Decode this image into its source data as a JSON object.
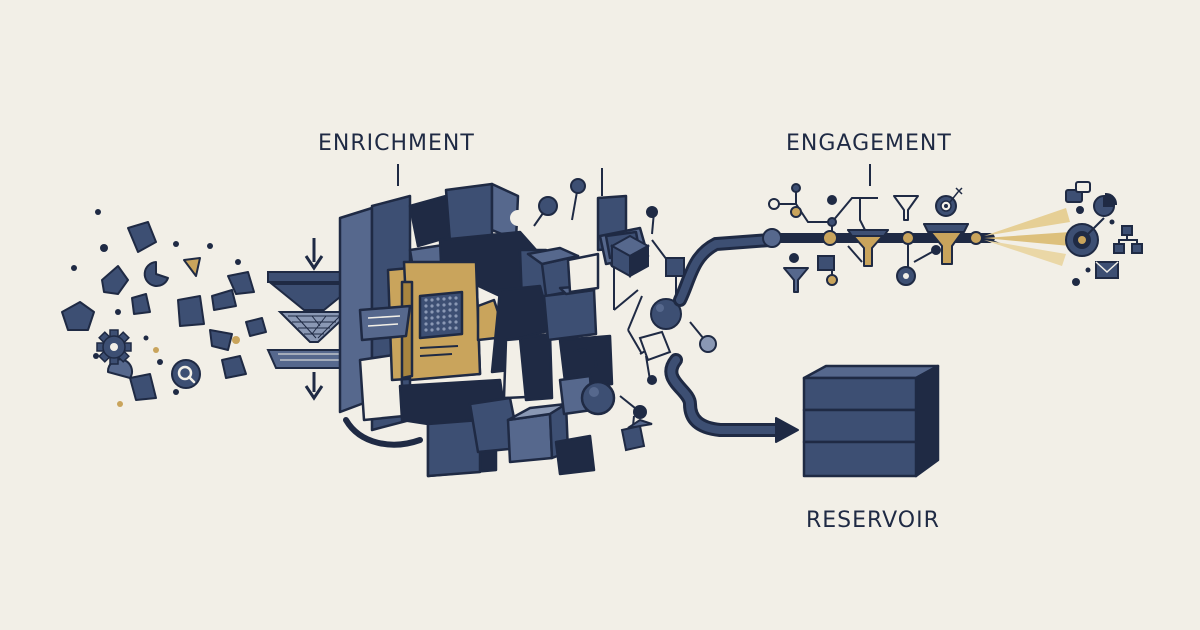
{
  "labels": {
    "enrichment": "ENRICHMENT",
    "engagement": "ENGAGEMENT",
    "reservoir": "RESERVOIR"
  },
  "colors": {
    "background": "#f2efe7",
    "navy": "#1f2a44",
    "slate": "#3d4f73",
    "steel": "#56688d",
    "light_steel": "#8a98b4",
    "ochre": "#c9a45c",
    "white": "#ffffff"
  },
  "icons": [
    "gear-icon",
    "search-icon",
    "funnel-icon",
    "target-icon",
    "envelope-icon",
    "org-chart-icon",
    "chat-icon",
    "arrow-icon"
  ]
}
